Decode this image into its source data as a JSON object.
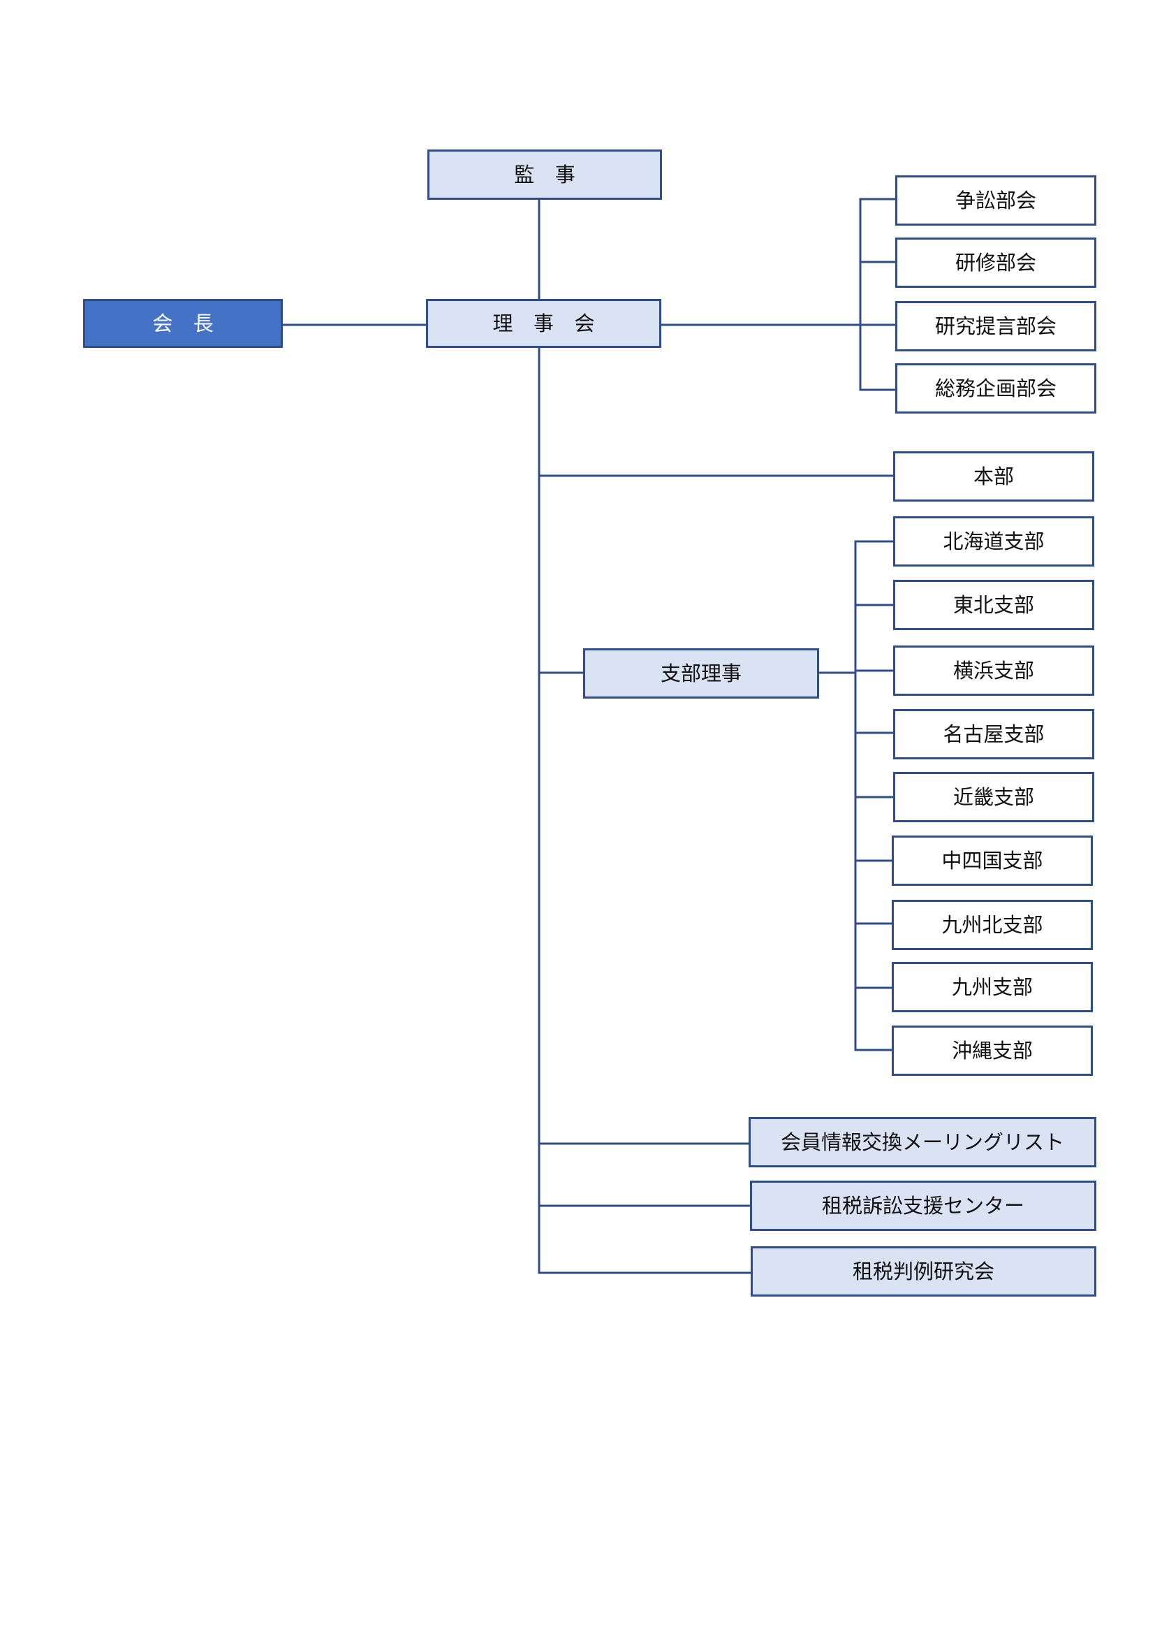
{
  "colors": {
    "line": "#2F4D88",
    "box_fill": "#DAE3F3",
    "head_fill": "#4472C4",
    "head_text": "#FFFFFF",
    "box_border": "#2F4D88"
  },
  "nodes": {
    "kaicho": "会 長",
    "kanji": "監 事",
    "rijikai": "理 事 会",
    "sosho": "争訟部会",
    "kenshu": "研修部会",
    "kenkyu_teigen": "研究提言部会",
    "somu_kikaku": "総務企画部会",
    "honbu": "本部",
    "shibu_riji": "支部理事",
    "hokkaido": "北海道支部",
    "tohoku": "東北支部",
    "yokohama": "横浜支部",
    "nagoya": "名古屋支部",
    "kinki": "近畿支部",
    "chushikoku": "中四国支部",
    "kyushu_kita": "九州北支部",
    "kyushu": "九州支部",
    "okinawa": "沖縄支部",
    "mailing_list": "会員情報交換メーリングリスト",
    "soshou_center": "租税訴訟支援センター",
    "hanrei_kenkyukai": "租税判例研究会"
  }
}
